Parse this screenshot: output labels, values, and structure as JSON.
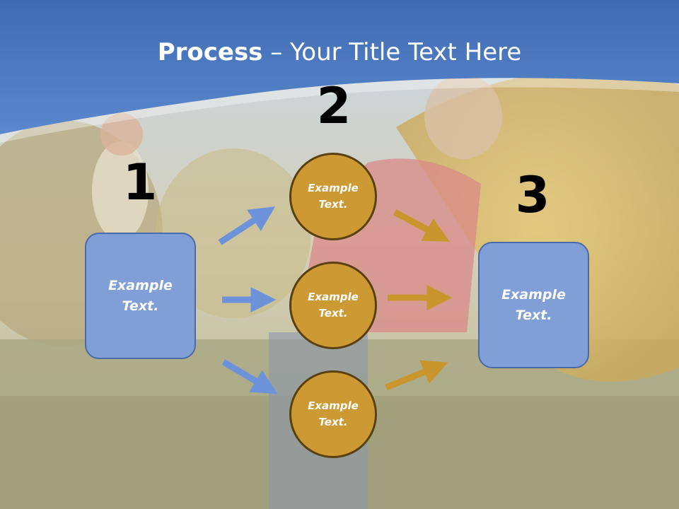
{
  "slide": {
    "title_bold": "Process",
    "title_rest": " – Your Title Text Here",
    "step_numbers": [
      "1",
      "2",
      "3"
    ],
    "left_box_text": "Example Text.",
    "right_box_text": "Example Text.",
    "circles": [
      {
        "text": "Example Text."
      },
      {
        "text": "Example Text."
      },
      {
        "text": "Example Text."
      }
    ]
  },
  "colors": {
    "header_blue": "#4f7fc6",
    "box_blue": "#7f9fd6",
    "box_border": "#4a6aa8",
    "circle_gold": "#cc9933",
    "circle_border": "#5a4010",
    "arrow_blue": "#6c93d9",
    "arrow_gold": "#c8962c"
  }
}
